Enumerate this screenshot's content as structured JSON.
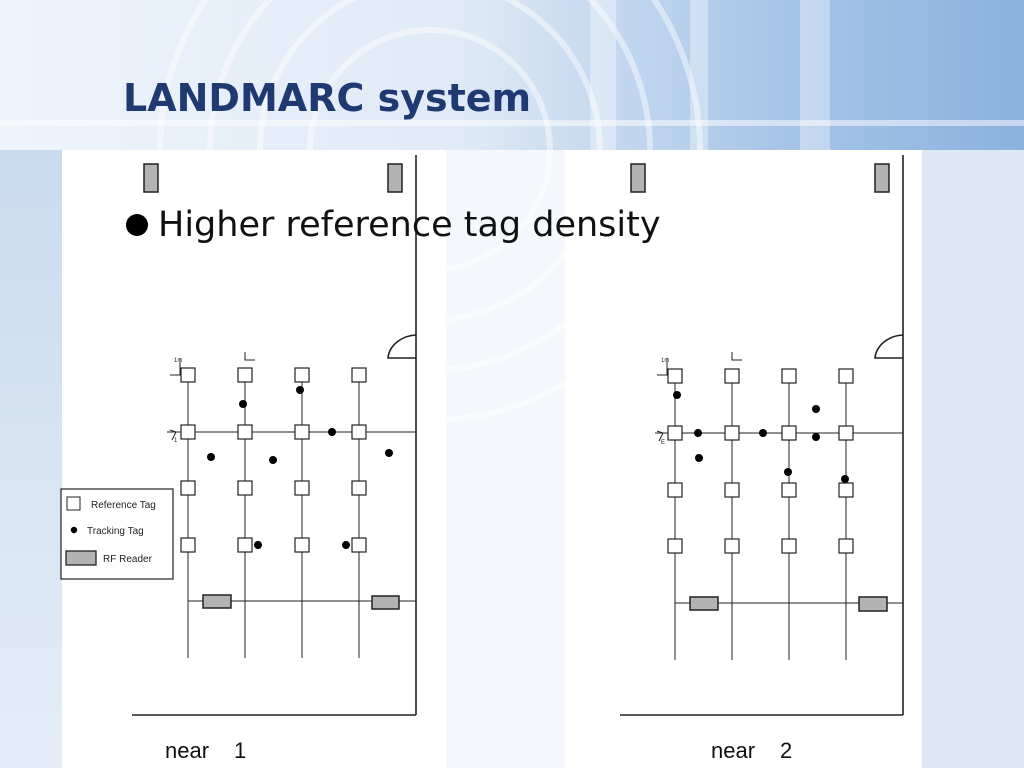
{
  "slide": {
    "title": "LANDMARC system",
    "bullet": "Higher reference tag density"
  },
  "legend": {
    "items": [
      {
        "icon": "reference-tag-icon",
        "label": "Reference Tag"
      },
      {
        "icon": "tracking-tag-icon",
        "label": "Tracking Tag"
      },
      {
        "icon": "rf-reader-icon",
        "label": "RF Reader"
      }
    ]
  },
  "diagrams": [
    {
      "caption": "near",
      "number": "1",
      "dim_label_top": "1m",
      "dim_label_mid": "1"
    },
    {
      "caption": "near",
      "number": "2",
      "dim_label_top": "1m",
      "dim_label_mid": "E"
    }
  ],
  "colors": {
    "title": "#1f3a72",
    "reader_fill": "#b3b3b3",
    "background_blue": "#9fbfe4"
  }
}
